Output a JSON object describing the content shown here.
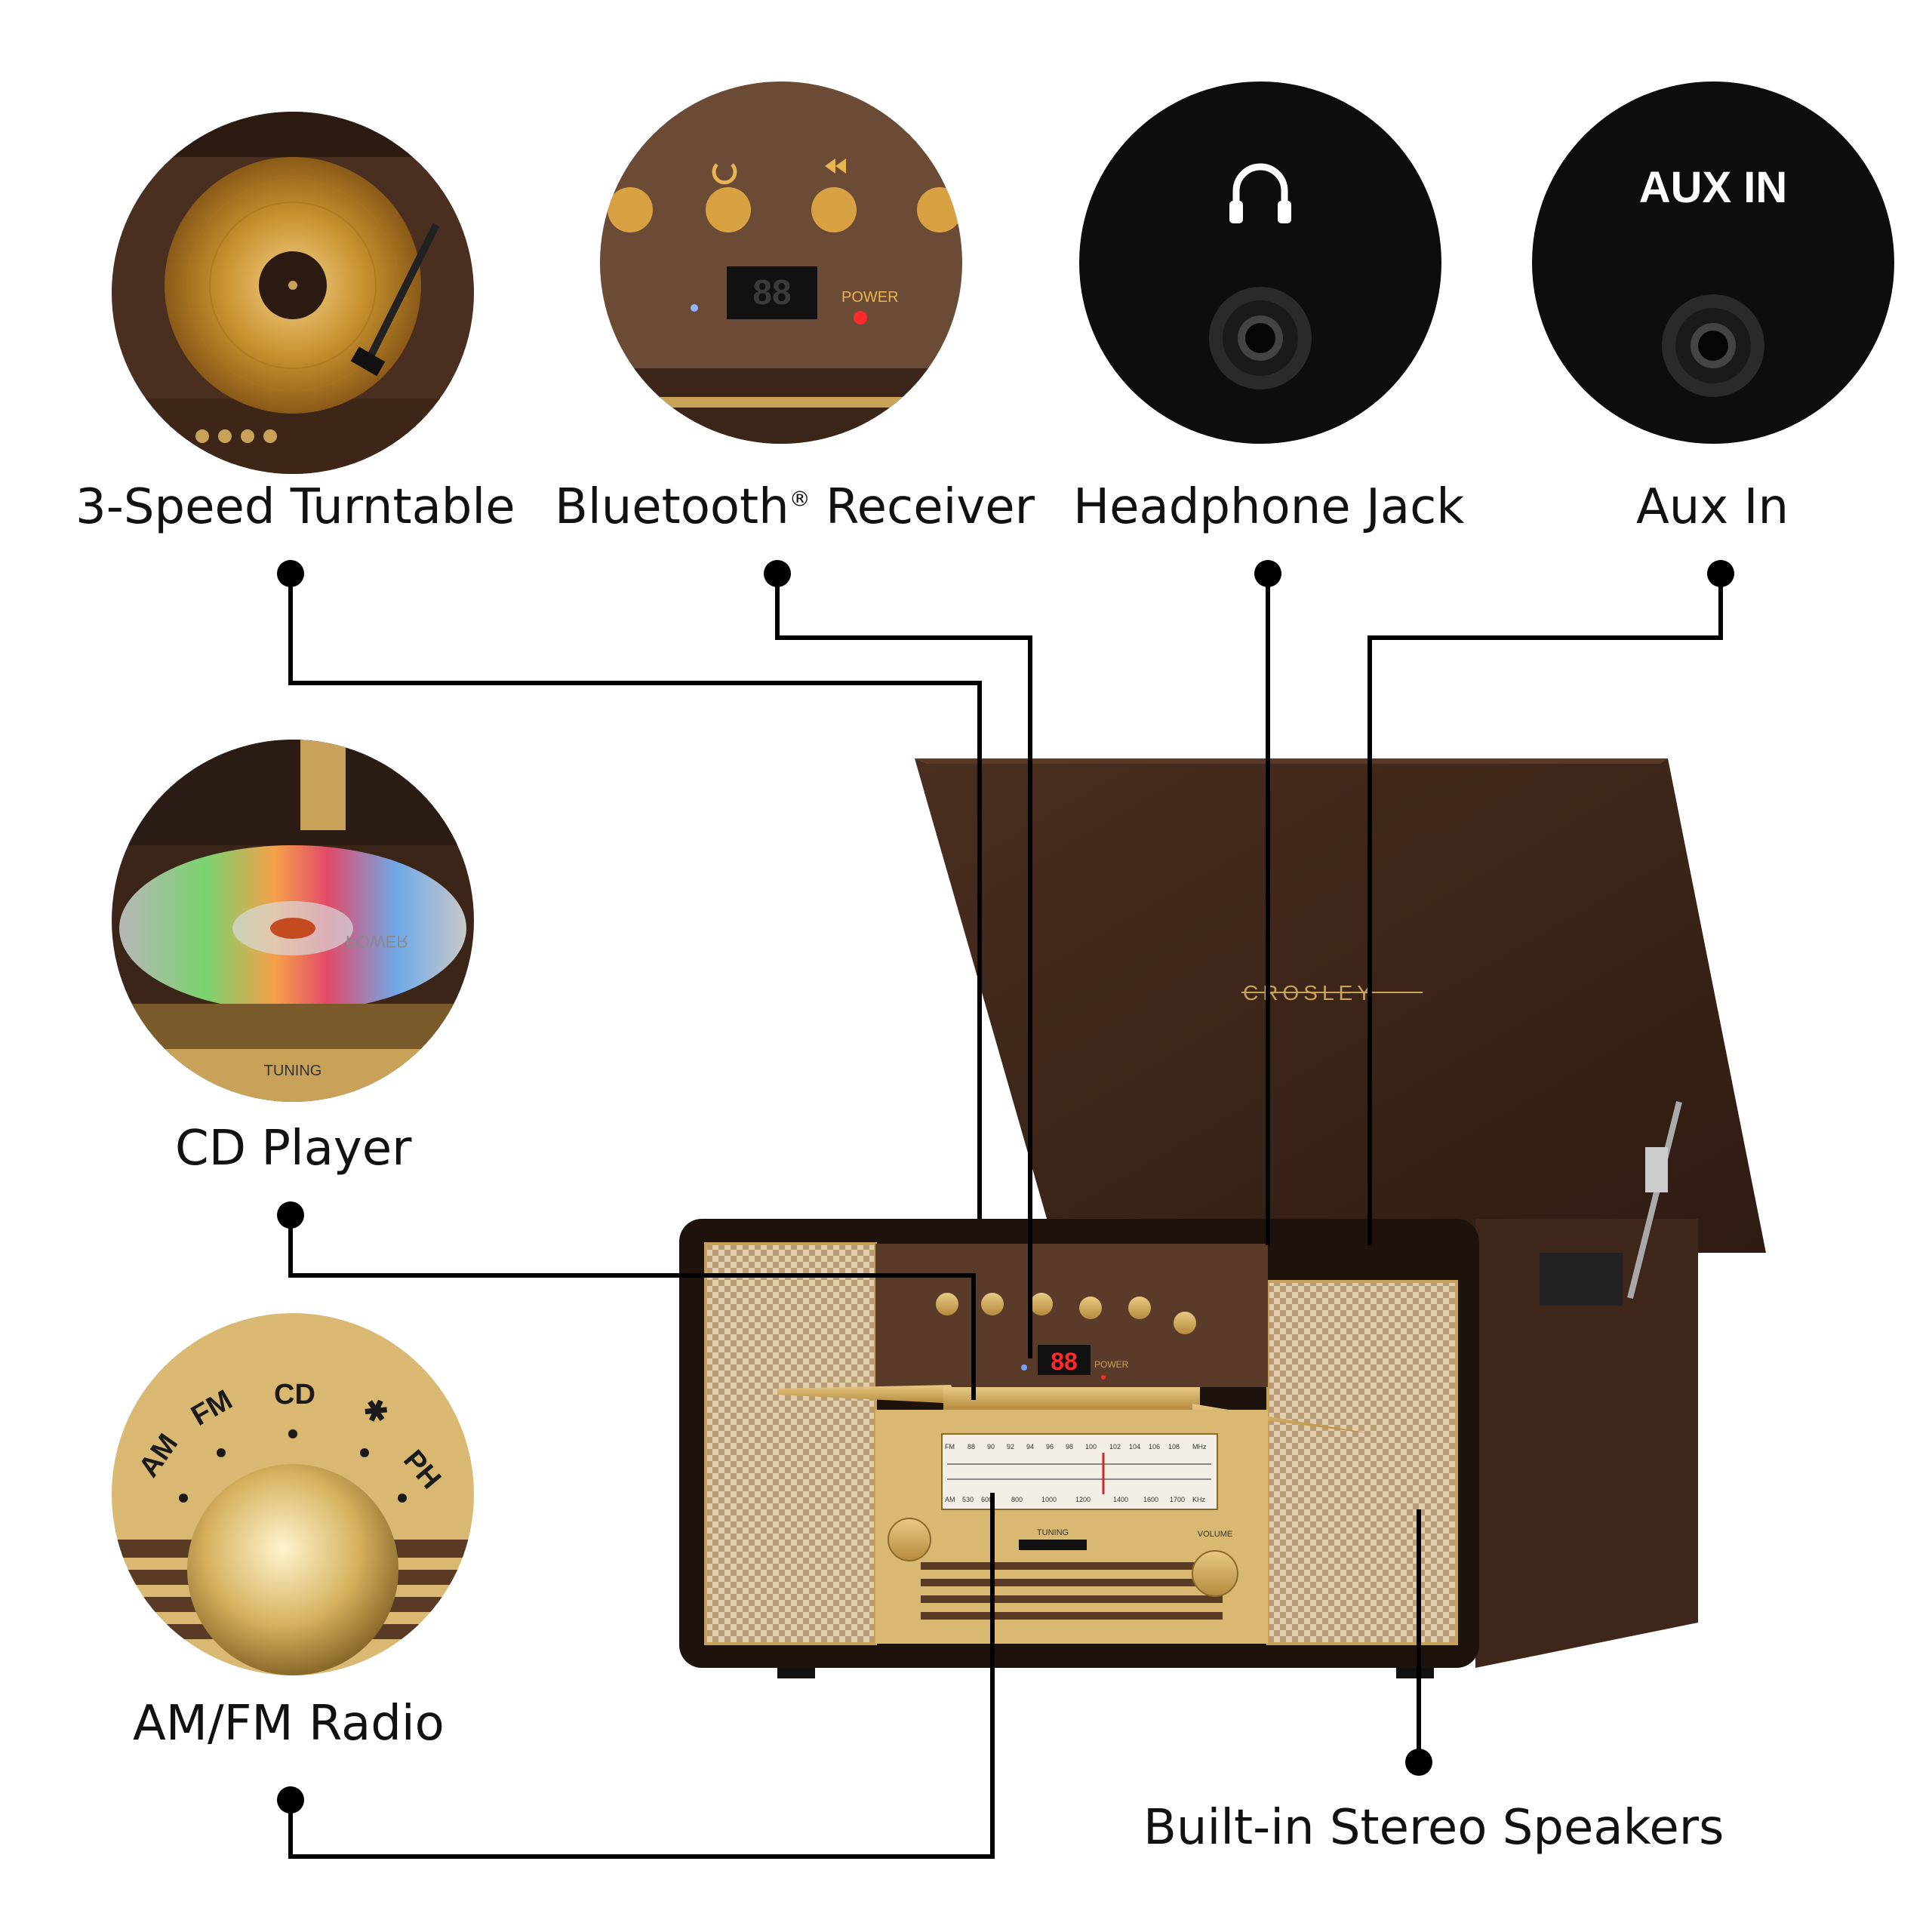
{
  "features": {
    "turntable": {
      "label": "3-Speed Turntable"
    },
    "bluetooth": {
      "label_main": "Bluetooth",
      "label_mark": "®",
      "label_rest": " Receiver"
    },
    "headphone": {
      "label": "Headphone Jack"
    },
    "aux": {
      "label": "Aux In"
    },
    "cd": {
      "label": "CD Player"
    },
    "radio": {
      "label": "AM/FM Radio"
    },
    "speakers": {
      "label": "Built-in Stereo Speakers"
    }
  },
  "panels": {
    "bluetooth": {
      "power_text": "POWER"
    },
    "aux": {
      "jack_text": "AUX IN"
    },
    "cd": {
      "tuning_text": "TUNING",
      "power_text": "POWER"
    },
    "radio": {
      "modes": [
        "AM",
        "FM",
        "CD",
        "✱",
        "PH"
      ]
    }
  },
  "device": {
    "brand": "CROSLEY",
    "display_digits": "88",
    "power_text": "POWER",
    "tuning_text": "TUNING",
    "volume_text": "VOLUME",
    "fm_scale": [
      "FM",
      "88",
      "90",
      "92",
      "94",
      "96",
      "98",
      "100",
      "102",
      "104",
      "106",
      "108",
      "MHz"
    ],
    "am_scale": [
      "AM",
      "530",
      "600",
      "800",
      "1000",
      "1200",
      "1400",
      "1600",
      "1700",
      "KHz"
    ]
  },
  "colors": {
    "wood_dark": "#3b2418",
    "wood_mid": "#4a2e1f",
    "gold": "#c9a25a",
    "leader_line": "#000000"
  }
}
